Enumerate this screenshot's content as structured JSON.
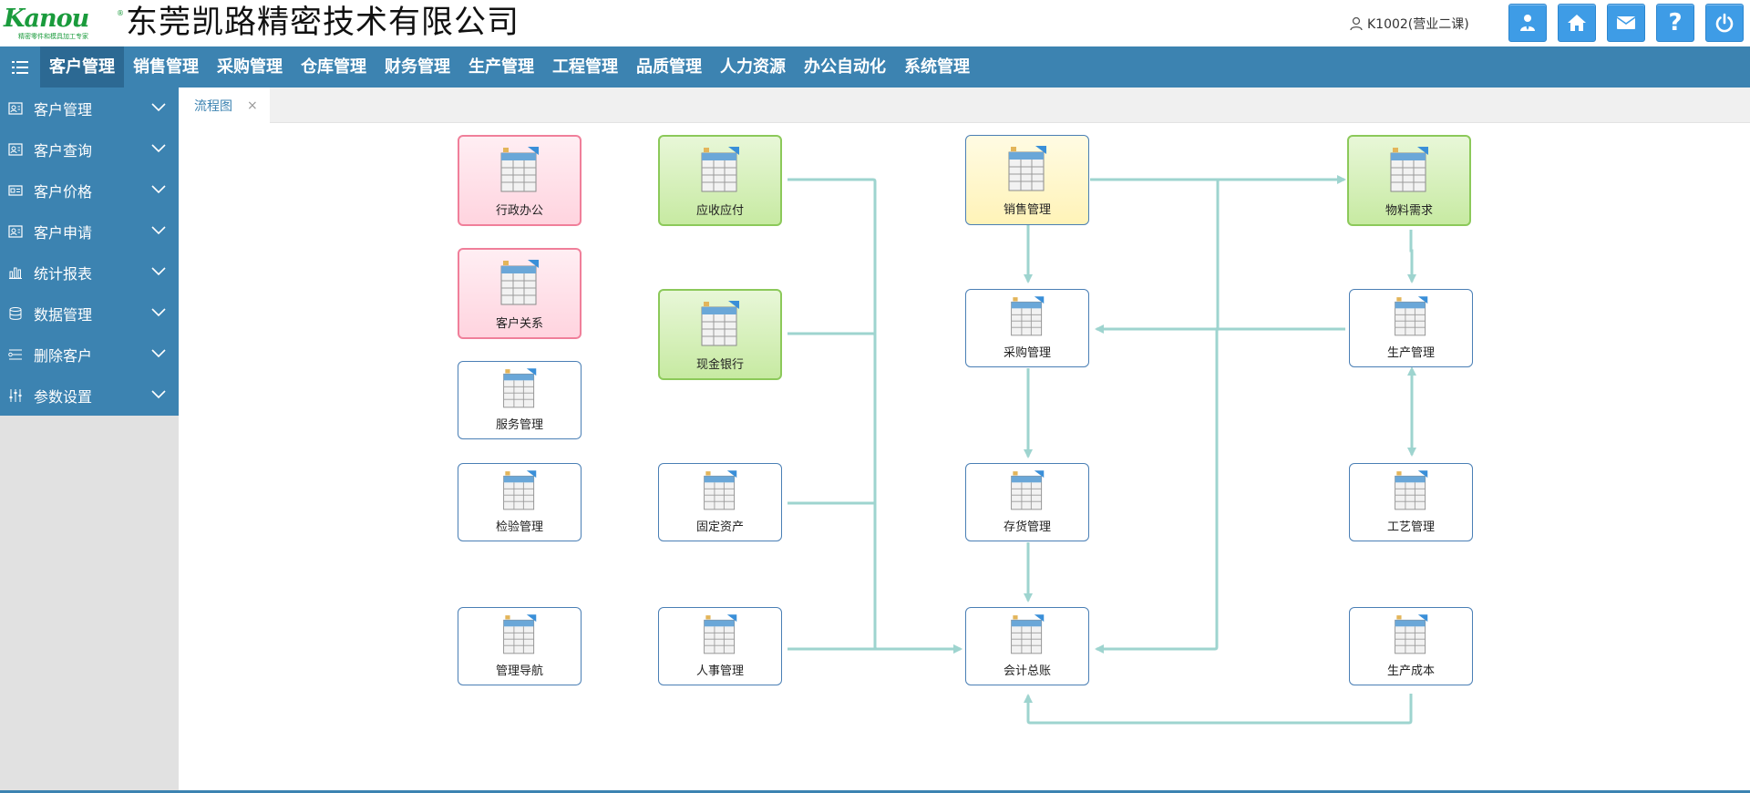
{
  "header": {
    "logo_text": "Kanou",
    "logo_reg": "®",
    "logo_tagline": "精密零件和模具加工专家",
    "company_name": "东莞凯路精密技术有限公司",
    "user_label": "K1002(营业二课)",
    "buttons": [
      "user-icon",
      "home-icon",
      "mail-icon",
      "help-icon",
      "power-icon"
    ],
    "help_glyph": "?"
  },
  "topnav": {
    "items": [
      "客户管理",
      "销售管理",
      "采购管理",
      "仓库管理",
      "财务管理",
      "生产管理",
      "工程管理",
      "品质管理",
      "人力资源",
      "办公自动化",
      "系统管理"
    ],
    "active": "客户管理"
  },
  "sidebar": {
    "items": [
      {
        "label": "客户管理",
        "icon": "contact-card-icon"
      },
      {
        "label": "客户查询",
        "icon": "contact-card-icon"
      },
      {
        "label": "客户价格",
        "icon": "price-card-icon"
      },
      {
        "label": "客户申请",
        "icon": "contact-card-icon"
      },
      {
        "label": "统计报表",
        "icon": "bar-chart-icon"
      },
      {
        "label": "数据管理",
        "icon": "database-icon"
      },
      {
        "label": "删除客户",
        "icon": "delete-list-icon"
      },
      {
        "label": "参数设置",
        "icon": "sliders-icon"
      }
    ]
  },
  "tabs": [
    {
      "label": "流程图",
      "close": "×"
    }
  ],
  "flow": {
    "nodes": {
      "xingzheng": "行政办公",
      "kehu_guanxi": "客户关系",
      "fuwu": "服务管理",
      "jianyan": "检验管理",
      "daohang": "管理导航",
      "yingshou": "应收应付",
      "xianjin": "现金银行",
      "guding": "固定资产",
      "renshi": "人事管理",
      "xiaoshou": "销售管理",
      "caigou": "采购管理",
      "cunhuo": "存货管理",
      "kuaiji": "会计总账",
      "wuliao": "物料需求",
      "shengchan": "生产管理",
      "gongyi": "工艺管理",
      "chengben": "生产成本"
    },
    "colors": {
      "link": "#9ed4cf",
      "node_border": "#4a7fb5",
      "pink": "#f07f9a",
      "green": "#8cc95a",
      "yellow": "#fff3b8"
    }
  }
}
